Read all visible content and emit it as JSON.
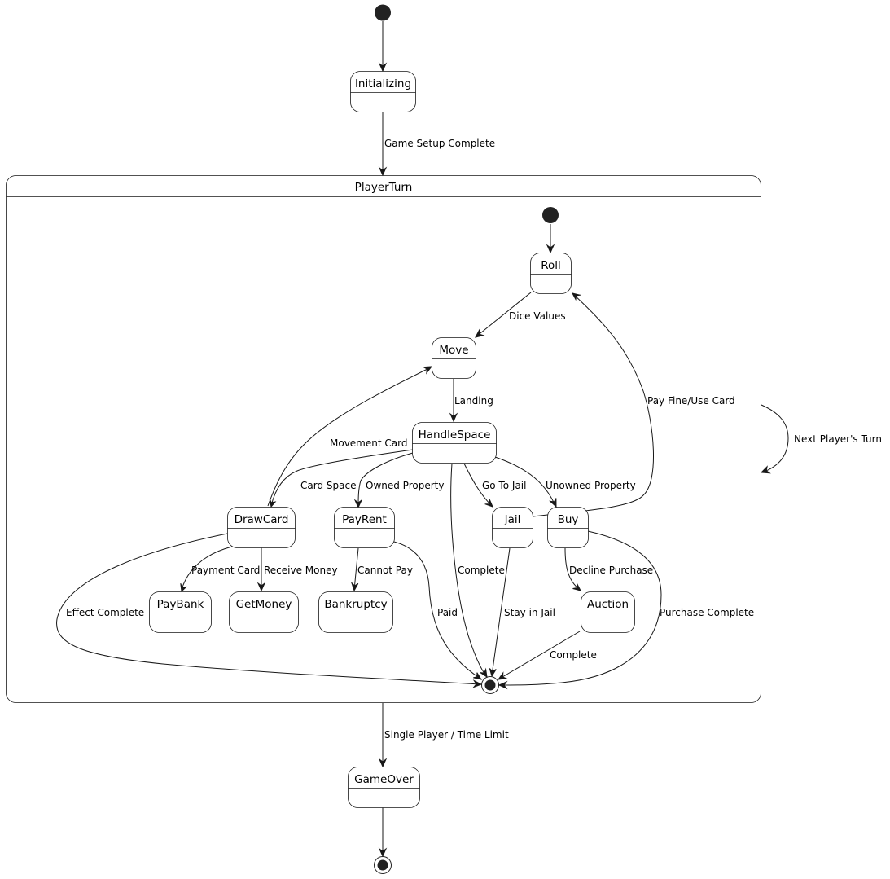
{
  "states": {
    "initializing": "Initializing",
    "player_turn": "PlayerTurn",
    "roll": "Roll",
    "move": "Move",
    "handle_space": "HandleSpace",
    "draw_card": "DrawCard",
    "pay_rent": "PayRent",
    "jail": "Jail",
    "buy": "Buy",
    "pay_bank": "PayBank",
    "get_money": "GetMoney",
    "bankruptcy": "Bankruptcy",
    "auction": "Auction",
    "game_over": "GameOver"
  },
  "transitions": {
    "game_setup_complete": "Game Setup Complete",
    "dice_values": "Dice Values",
    "landing": "Landing",
    "pay_fine_use_card": "Pay Fine/Use Card",
    "next_players_turn": "Next Player's Turn",
    "movement_card": "Movement Card",
    "card_space": "Card Space",
    "owned_property": "Owned Property",
    "go_to_jail": "Go To Jail",
    "unowned_property": "Unowned Property",
    "payment_card": "Payment Card",
    "receive_money": "Receive Money",
    "cannot_pay": "Cannot Pay",
    "complete": "Complete",
    "decline_purchase": "Decline Purchase",
    "effect_complete": "Effect Complete",
    "paid": "Paid",
    "stay_in_jail": "Stay in Jail",
    "purchase_complete": "Purchase Complete",
    "auction_complete": "Complete",
    "single_player_time_limit": "Single Player / Time Limit"
  }
}
